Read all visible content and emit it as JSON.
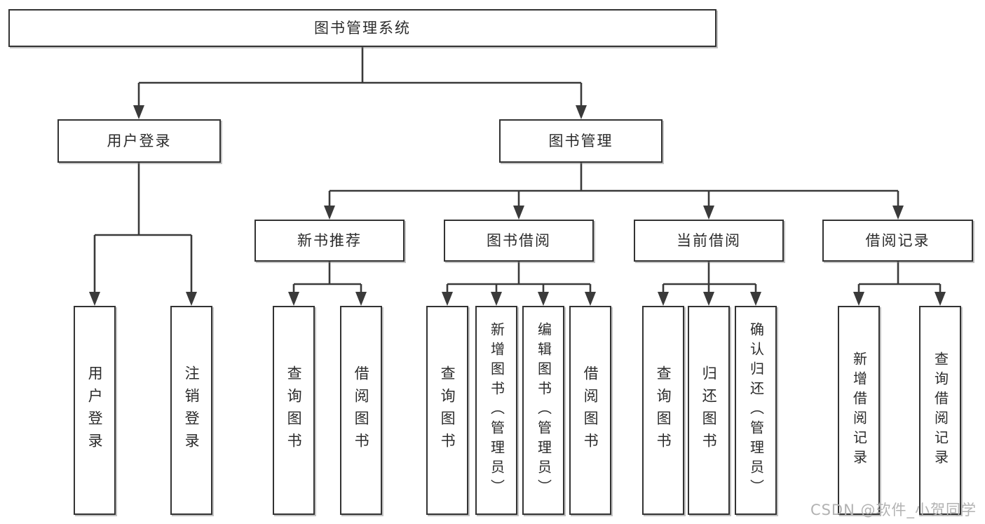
{
  "diagram": {
    "type": "hierarchy-tree",
    "root": {
      "label": "图书管理系统",
      "children": [
        {
          "label": "用户登录",
          "children": [
            {
              "label": "用户登录"
            },
            {
              "label": "注销登录"
            }
          ]
        },
        {
          "label": "图书管理",
          "children": [
            {
              "label": "新书推荐",
              "children": [
                {
                  "label": "查询图书"
                },
                {
                  "label": "借阅图书"
                }
              ]
            },
            {
              "label": "图书借阅",
              "children": [
                {
                  "label": "查询图书"
                },
                {
                  "label": "新增图书（管理员）"
                },
                {
                  "label": "编辑图书（管理员）"
                },
                {
                  "label": "借阅图书"
                }
              ]
            },
            {
              "label": "当前借阅",
              "children": [
                {
                  "label": "查询图书"
                },
                {
                  "label": "归还图书"
                },
                {
                  "label": "确认归还（管理员）"
                }
              ]
            },
            {
              "label": "借阅记录",
              "children": [
                {
                  "label": "新增借阅记录"
                },
                {
                  "label": "查询借阅记录"
                }
              ]
            }
          ]
        }
      ]
    },
    "watermark": "CSDN @软件_小贺同学",
    "colors": {
      "line": "#3a3a3a",
      "box_border": "#333333",
      "box_fill": "#ffffff",
      "text": "#2b2b2b",
      "watermark": "#b2b2b2"
    }
  }
}
